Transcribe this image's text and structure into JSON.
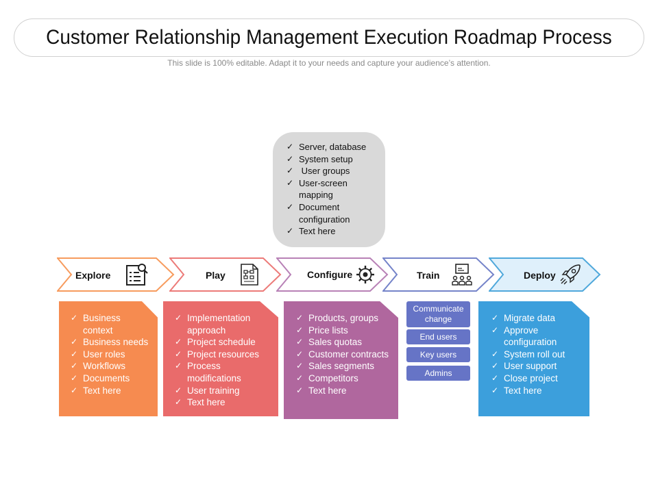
{
  "title": "Customer Relationship Management Execution Roadmap Process",
  "subtitle": "This slide is 100% editable. Adapt it to your needs and capture your audience’s attention.",
  "configure_details": [
    "Server, database",
    "System setup",
    " User groups",
    "User-screen mapping",
    "Document configuration",
    "Text here"
  ],
  "stages": [
    {
      "label": "Explore",
      "icon": "checklist-search-icon",
      "color": "#f79b5d",
      "items": [
        "Business context",
        "Business needs",
        "User roles",
        "Workflows",
        "Documents",
        "Text here"
      ],
      "box_color": "#f68b50"
    },
    {
      "label": "Play",
      "icon": "flowchart-document-icon",
      "color": "#ec7a78",
      "items": [
        "Implementation approach",
        "Project schedule",
        "Project resources",
        "Process modifications",
        "User training",
        "Text here"
      ],
      "box_color": "#e96b6b"
    },
    {
      "label": "Configure",
      "icon": "gear-icon",
      "color": "#b881b6",
      "items": [
        "Products, groups",
        "Price lists",
        "Sales quotas",
        "Customer contracts",
        "Sales segments",
        "Competitors",
        "Text here"
      ],
      "box_color": "#b0679e"
    },
    {
      "label": "Train",
      "icon": "presentation-audience-icon",
      "color": "#7483c9",
      "items": [
        "Communicate change",
        "End users",
        "Key users",
        "Admins"
      ],
      "box_color": "#6674c6"
    },
    {
      "label": "Deploy",
      "icon": "rocket-icon",
      "color": "#4fa8db",
      "items": [
        "Migrate data",
        "Approve configuration",
        "System roll out",
        "User support",
        "Close project",
        "Text here"
      ],
      "box_color": "#3c9fdc"
    }
  ]
}
